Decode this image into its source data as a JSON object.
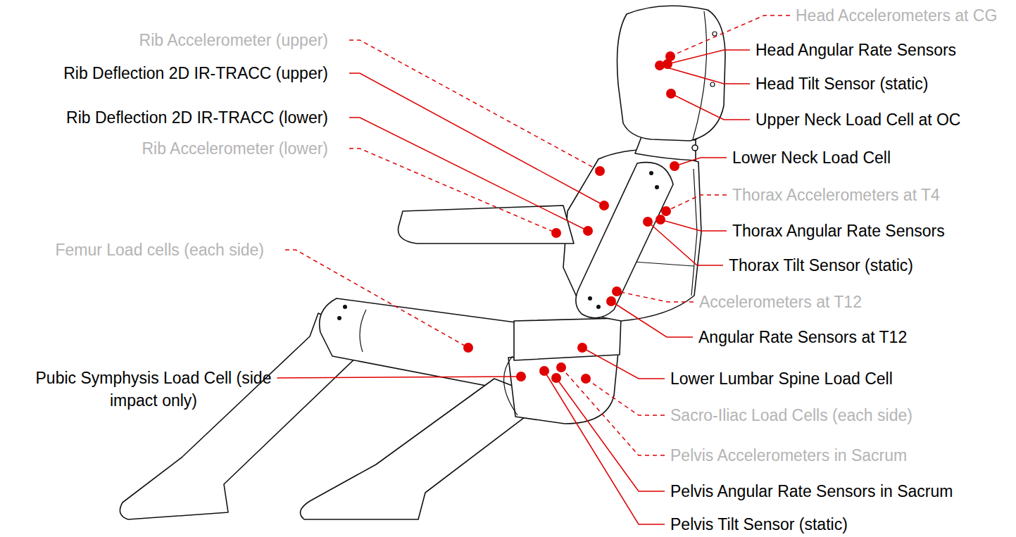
{
  "diagram": {
    "labels": [
      "Rib Accelerometer (upper)",
      "Rib Deflection 2D IR-TRACC (upper)",
      "Rib Deflection 2D IR-TRACC (lower)",
      "Rib Accelerometer (lower)",
      "Femur Load cells (each side)",
      "Pubic Symphysis Load Cell (side impact only)",
      "Head Accelerometers at CG",
      "Head Angular Rate Sensors",
      "Head Tilt Sensor (static)",
      "Upper Neck Load Cell at OC",
      "Lower Neck Load Cell",
      "Thorax Accelerometers at T4",
      "Thorax Angular Rate Sensors",
      "Thorax Tilt Sensor (static)",
      "Accelerometers at T12",
      "Angular Rate Sensors at T12",
      "Lower Lumbar Spine Load Cell",
      "Sacro-Iliac Load Cells (each side)",
      "Pelvis Accelerometers in Sacrum",
      "Pelvis Angular Rate Sensors in Sacrum",
      "Pelvis Tilt Sensor (static)"
    ]
  }
}
